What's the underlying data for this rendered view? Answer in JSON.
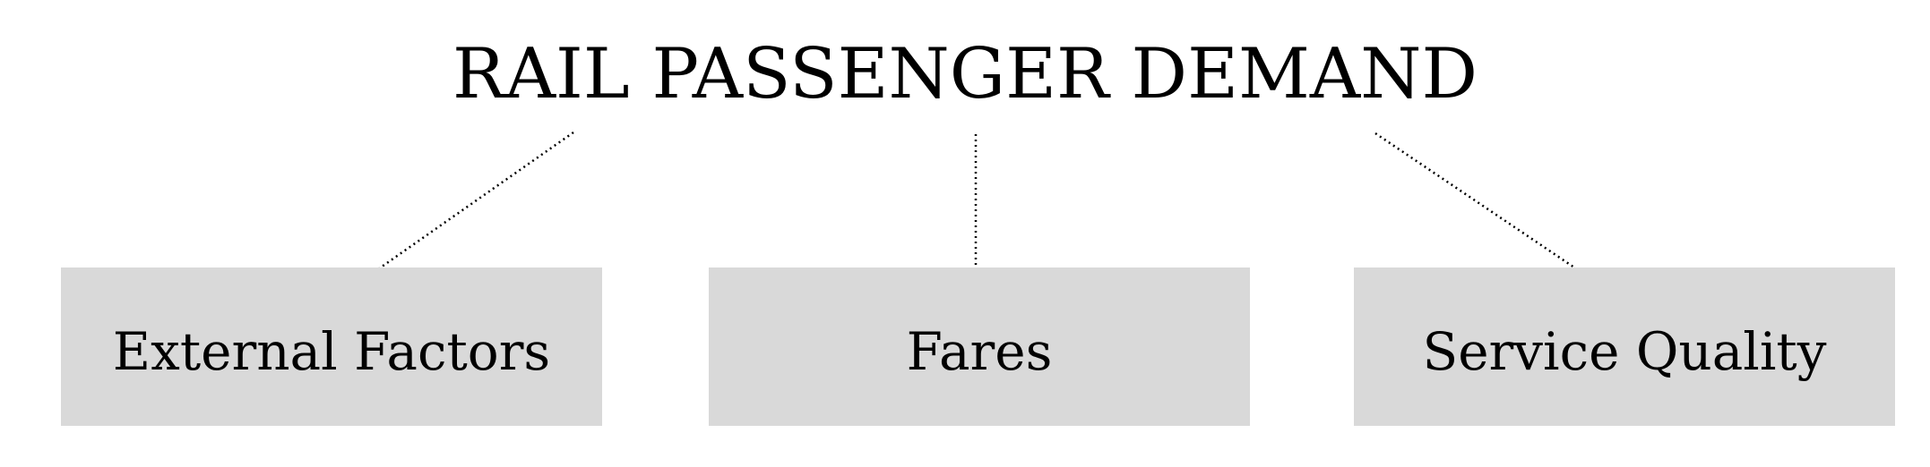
{
  "diagram": {
    "title": "RAIL PASSENGER DEMAND",
    "nodes": [
      {
        "id": "external",
        "label": "External Factors"
      },
      {
        "id": "fares",
        "label": "Fares"
      },
      {
        "id": "service",
        "label": "Service Quality"
      }
    ],
    "edges": [
      {
        "from": "title",
        "to": "external",
        "style": "dotted"
      },
      {
        "from": "title",
        "to": "fares",
        "style": "dotted"
      },
      {
        "from": "title",
        "to": "service",
        "style": "dotted"
      }
    ]
  },
  "colors": {
    "box_fill": "#d9d9d9",
    "text": "#000000",
    "arrow": "#000000",
    "background": "#ffffff"
  }
}
